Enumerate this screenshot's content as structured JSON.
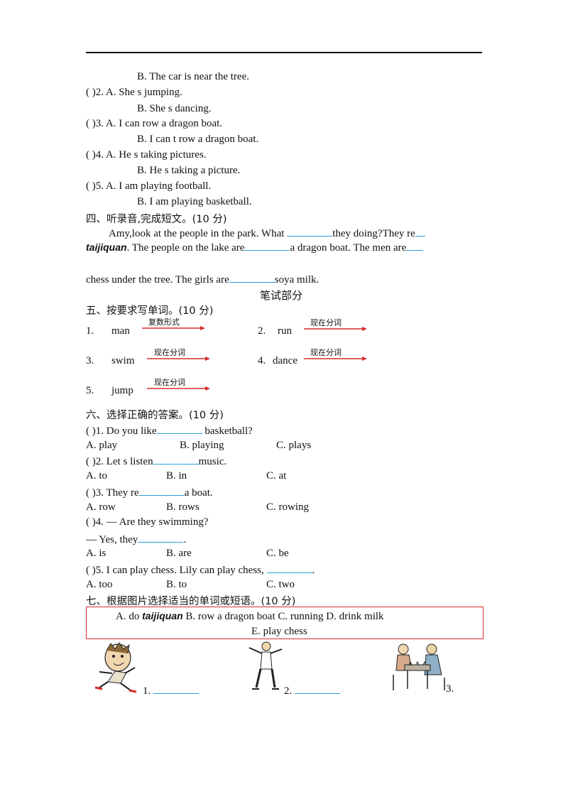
{
  "part3": {
    "q1b": "B.  The  car  is  near  the  tree.",
    "q2a_pre": "(        )2.  A.  She    s  jumping.",
    "q2b": "B.  She    s  dancing.",
    "q3a": "(        )3.  A.  I  can  row  a  dragon  boat.",
    "q3b": "B.  I  can    t  row  a  dragon  boat.",
    "q4a": "(        )4.  A.  He    s  taking  pictures.",
    "q4b": "B.  He    s  taking  a  picture.",
    "q5a": "(        )5.  A.  I  am  playing  football.",
    "q5b": "B.  I  am  playing  basketball."
  },
  "part4": {
    "title": "四、听录音,完成短文。(10 分)",
    "line1_a": "Amy,look  at  the  people  in  the  park.  What ",
    "line1_b": "they  doing?They   re",
    "line2_it": "taijiquan",
    "line2_a": ".  The  people  on  the  lake  are",
    "line2_b": "a  dragon  boat.  The  men  are",
    "line3_a": "chess  under  the  tree.  The  girls  are",
    "line3_b": "soya  milk."
  },
  "written_title": "笔试部分",
  "part5": {
    "title": "五、按要求写单词。(10 分)",
    "items": [
      {
        "num": "1.",
        "word": "man",
        "hint": "复数形式"
      },
      {
        "num": "2.",
        "word": "run",
        "hint": "现在分词"
      },
      {
        "num": "3.",
        "word": "swim",
        "hint": "现在分词"
      },
      {
        "num": "4.",
        "word": "dance",
        "hint": "现在分词"
      },
      {
        "num": "5.",
        "word": "jump",
        "hint": "现在分词"
      }
    ]
  },
  "part6": {
    "title": "六、选择正确的答案。(10 分)",
    "q1": "(        )1.  Do  you  like",
    "q1_end": "  basketball?",
    "q1_opts": [
      "A.  play",
      "B.  playing",
      "C.  plays"
    ],
    "q2": "(        )2.  Let    s  listen",
    "q2_end": "music.",
    "q2_opts": [
      "A.  to",
      "B.  in",
      "C.  at"
    ],
    "q3": "(        )3.  They    re",
    "q3_end": "a  boat.",
    "q3_opts": [
      "A.  row",
      "B.  rows",
      "C.  rowing"
    ],
    "q4": "(        )4.  —  Are  they  swimming?",
    "q4_b": "—  Yes,  they",
    "q4_b_end": ".",
    "q4_opts": [
      "A.  is",
      "B.  are",
      "C.  be"
    ],
    "q5": "(        )5.  I  can  play  chess.  Lily  can  play  chess,  ",
    "q5_end": ".",
    "q5_opts": [
      "A.  too",
      "B.  to",
      "C.  two"
    ]
  },
  "part7": {
    "title": "七、根据图片选择适当的单词或短语。(10 分)",
    "box_a": "A.  do ",
    "box_it": "taijiquan",
    "box_rest": "  B.  row  a  dragon  boat   C.  running   D.  drink  milk",
    "box_line2": "E.  play  chess",
    "nums": [
      "1.",
      "2.",
      "3."
    ]
  },
  "colors": {
    "answer_line": "#2aa0dc",
    "arrow": "#d62b2b",
    "box_border": "#d62b2b"
  }
}
